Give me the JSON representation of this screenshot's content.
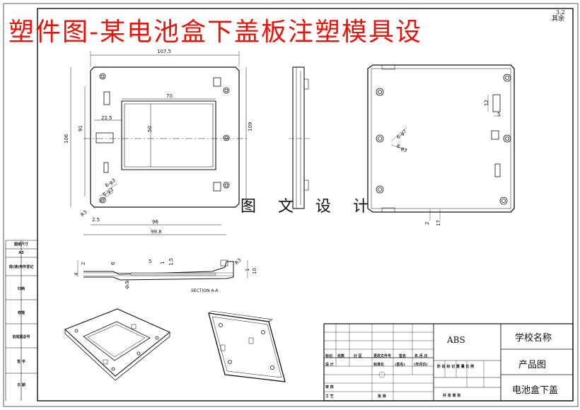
{
  "title": "塑件图-某电池盒下盖板注塑模具设",
  "roughness": {
    "label": "其余",
    "value": "3.2"
  },
  "watermark": "图 文 设 计",
  "plan_view_dims": {
    "overall_width": "107.5",
    "window_width": "70",
    "offset": "22.5",
    "window_height": "50",
    "overall_height": "106",
    "left_height": "91",
    "right_height": "109",
    "hole_small": "6-φ3",
    "hole_large": "6-φ3",
    "corner_radius": "R3",
    "edge": "2.5",
    "bottom_inner": "96",
    "bottom_outer": "99.8"
  },
  "back_view_dims": {
    "hole_a": "6-φ7",
    "hole_b": "6-φ3",
    "slot_h": "12",
    "slot_w": "5",
    "bottom_a": "2",
    "bottom_b": "17"
  },
  "section_dims": {
    "d1": "2",
    "d2": "4",
    "d3": "6",
    "d4": "5",
    "d5": "1",
    "d6": "1.5",
    "d7": "R3",
    "d8": "0.5",
    "d9": "1",
    "d10": "10"
  },
  "section_label": "SECTION A-A",
  "side_table": [
    "图纸尺寸",
    "A3",
    "借(通)用件登记",
    "归档",
    "校描",
    "旧底图总号",
    "签 字",
    "日 期"
  ],
  "title_block": {
    "material": "ABS",
    "school": "学校名称",
    "drawing_type": "产品图",
    "part_name": "电池盒下盖",
    "row_labels_1": [
      "标记",
      "处数",
      "分 区",
      "更改文件号",
      "签名",
      "年.月.日"
    ],
    "row_design": [
      "设 计",
      "标准化",
      "(签名)",
      "(年月日)"
    ],
    "stage_labels": "阶 段 标 记  重 量  比 例",
    "review": "审 核",
    "process": "工 艺",
    "approve": "批 准",
    "sheets": "共  张  第  张"
  }
}
